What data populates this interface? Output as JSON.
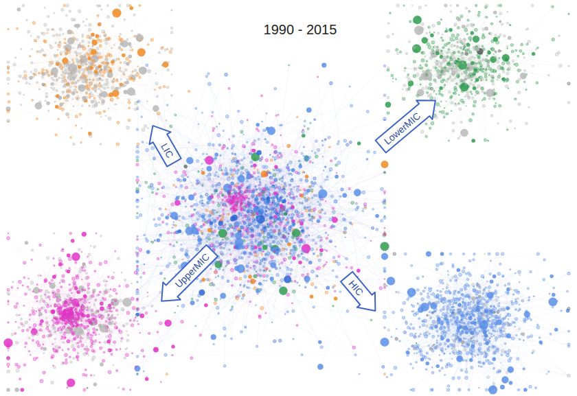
{
  "diagram": {
    "title": "1990 - 2015",
    "nodes": [
      {
        "text": [
          "LIC"
        ]
      },
      {
        "text": [
          "LowerMIC"
        ]
      },
      {
        "text": [
          "UpperMIC"
        ]
      },
      {
        "text": [
          "HIC"
        ]
      }
    ]
  }
}
